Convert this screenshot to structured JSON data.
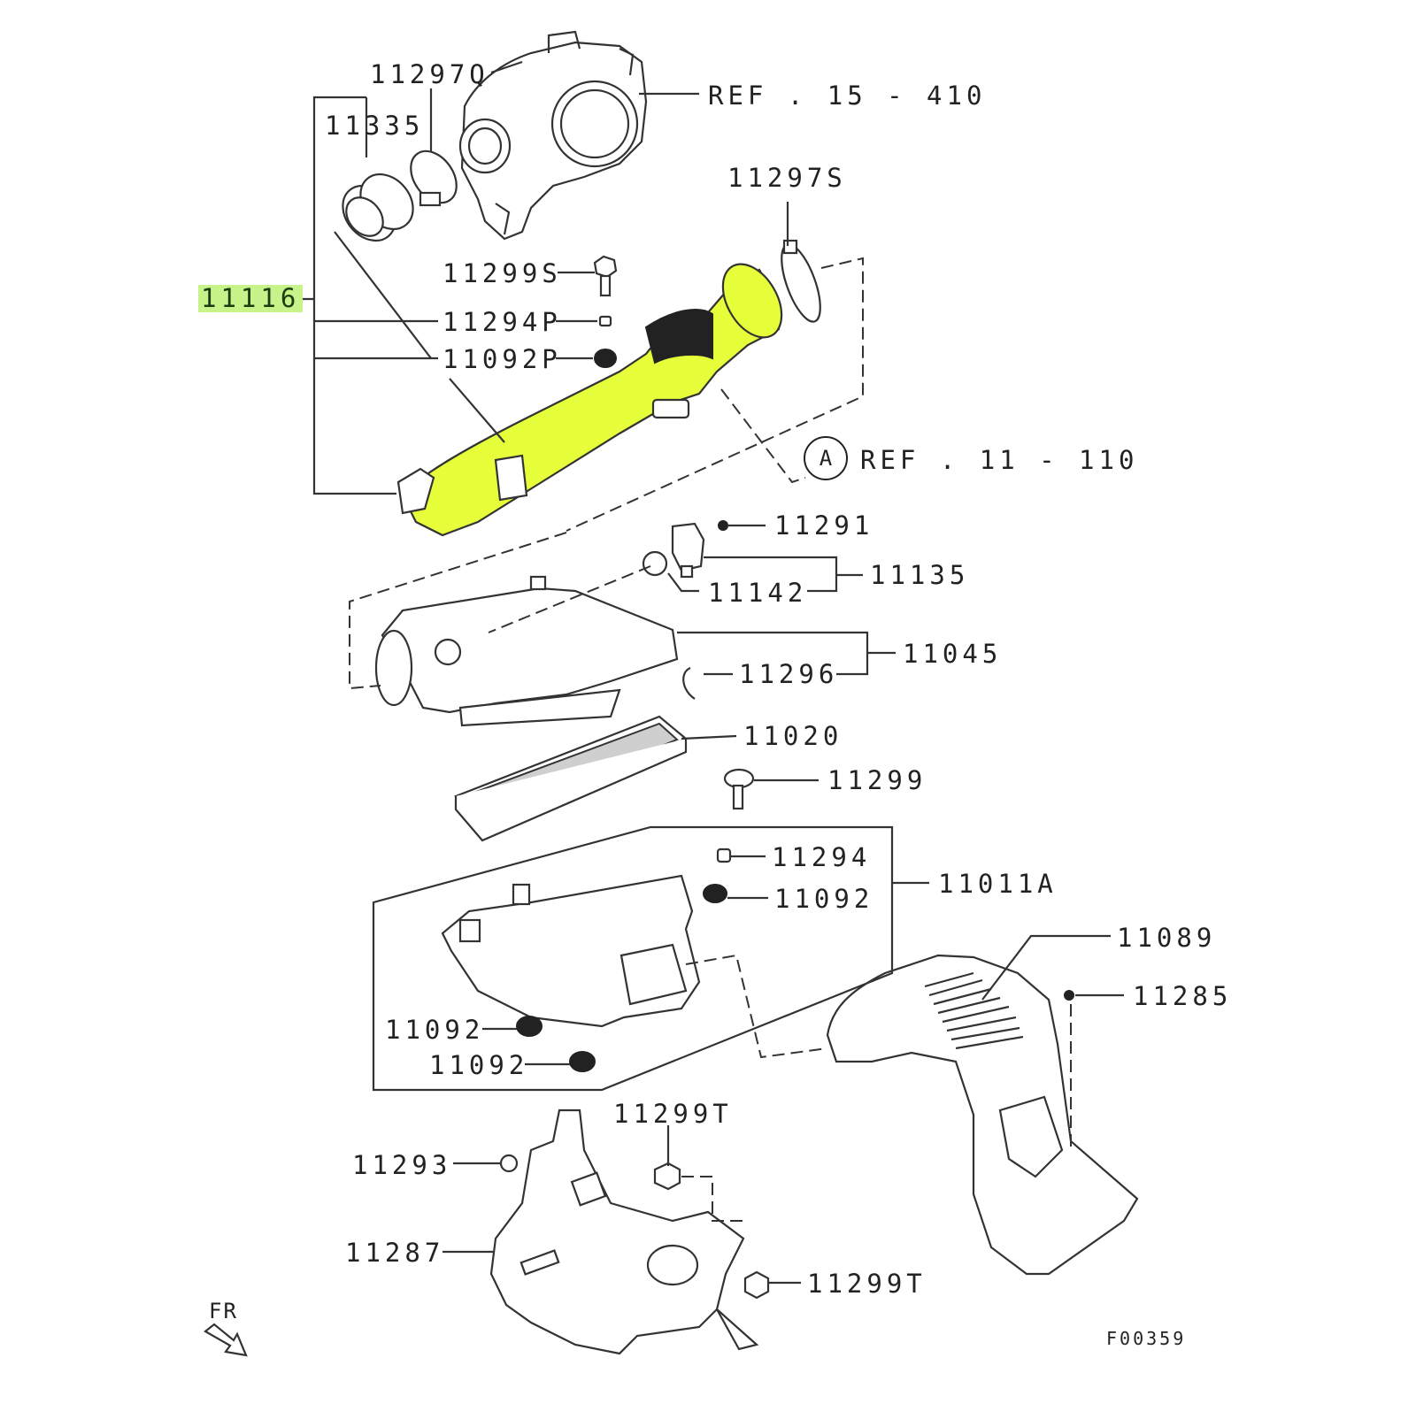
{
  "diagram_code": "F00359",
  "direction_label": "FR",
  "callout_letter": "A",
  "references": {
    "ref_15_410": "REF . 15 - 410",
    "ref_11_110": "REF . 11 - 110"
  },
  "part_labels": {
    "p11297Q": "11297Q",
    "p11335": "11335",
    "p11297S": "11297S",
    "p11299S": "11299S",
    "p11116": "11116",
    "p11294P": "11294P",
    "p11092P": "11092P",
    "p11291": "11291",
    "p11135": "11135",
    "p11142": "11142",
    "p11045": "11045",
    "p11296": "11296",
    "p11020": "11020",
    "p11299": "11299",
    "p11294": "11294",
    "p11011A": "11011A",
    "p11092a": "11092",
    "p11089": "11089",
    "p11285": "11285",
    "p11092b": "11092",
    "p11092c": "11092",
    "p11299T_top": "11299T",
    "p11293": "11293",
    "p11287": "11287",
    "p11299T_bottom": "11299T"
  },
  "highlight": {
    "part": "11116",
    "color": "#e6ff3a",
    "label_bg": "#c8f28a"
  }
}
